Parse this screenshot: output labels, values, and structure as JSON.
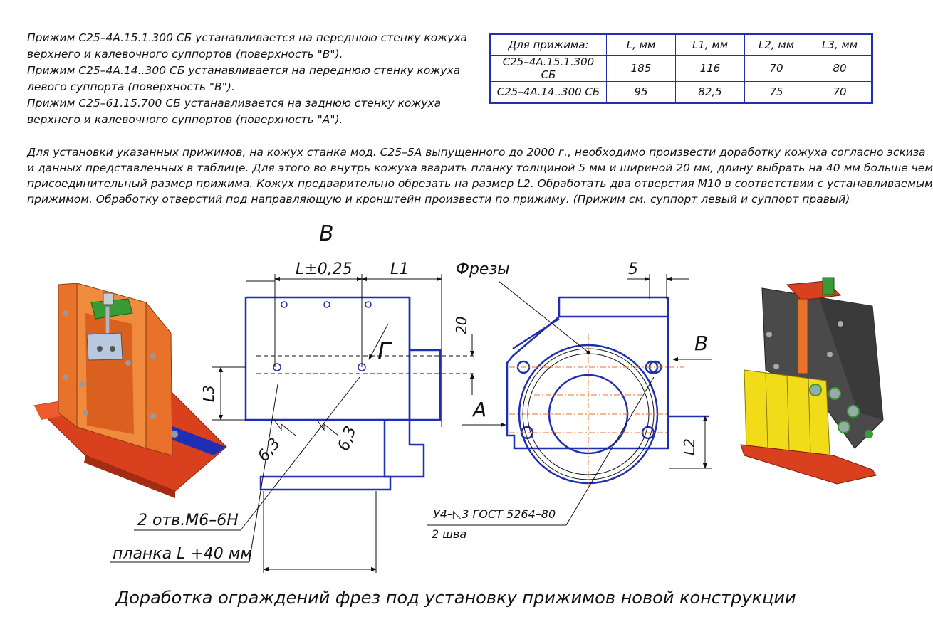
{
  "notes": [
    "Прижим С25–4А.15.1.300 СБ устанавливается на переднюю стенку кожуха",
    "верхнего и калевочного суппортов (поверхность \"В\").",
    "Прижим С25–4А.14..300 СБ устанавливается на переднюю стенку кожуха",
    "левого суппорта (поверхность \"В\").",
    "Прижим С25–61.15.700 СБ устанавливается на заднюю стенку кожуха",
    "верхнего и калевочного суппортов (поверхность \"А\")."
  ],
  "table": {
    "headers": [
      "Для прижима:",
      "L, мм",
      "L1, мм",
      "L2, мм",
      "L3, мм"
    ],
    "rows": [
      [
        "С25–4А.15.1.300 СБ",
        "185",
        "116",
        "70",
        "80"
      ],
      [
        "С25–4А.14..300 СБ",
        "95",
        "82,5",
        "75",
        "70"
      ]
    ]
  },
  "instructions": [
    "Для установки указанных прижимов, на кожух станка мод. С25–5А выпущенного до 2000 г., необходимо произвести доработку кожуха согласно эскиза",
    "и данных представленных в таблице. Для этого во внутрь кожуха вварить планку толщиной 5 мм и шириной 20 мм, длину выбрать на 40 мм больше чем",
    "присоединительный размер прижима. Кожух предварительно обрезать на размер L2. Обработать два отверстия М10 в соответствии с устанавливаемым",
    "прижимом. Обработку отверстий под направляющую и кронштейн произвести по прижиму. (Прижим см. суппорт левый и суппорт правый)"
  ],
  "drawing": {
    "view_b": "В",
    "dim_l": "L±0,25",
    "dim_l1": "L1",
    "dim_20": "20",
    "dim_l3": "L3",
    "section_g": "Г",
    "rough_1": "6,3",
    "rough_2": "6,3",
    "holes_note": "2 отв.М6–6Н",
    "strip_note": "планка L +40 мм",
    "cutters": "Фрезы",
    "dim_5": "5",
    "arrow_b": "В",
    "arrow_a": "А",
    "dim_l2": "L2",
    "weld_note": "У4–◺3 ГОСТ 5264–80",
    "weld_count": "2 шва"
  },
  "caption": "Доработка ограждений фрез под установку прижимов новой конструкции",
  "colors": {
    "blue": "#1f2fb4",
    "orange": "#e8722a",
    "red": "#d9401e",
    "gray": "#4a4a4a",
    "yellow": "#f2dc1a"
  }
}
